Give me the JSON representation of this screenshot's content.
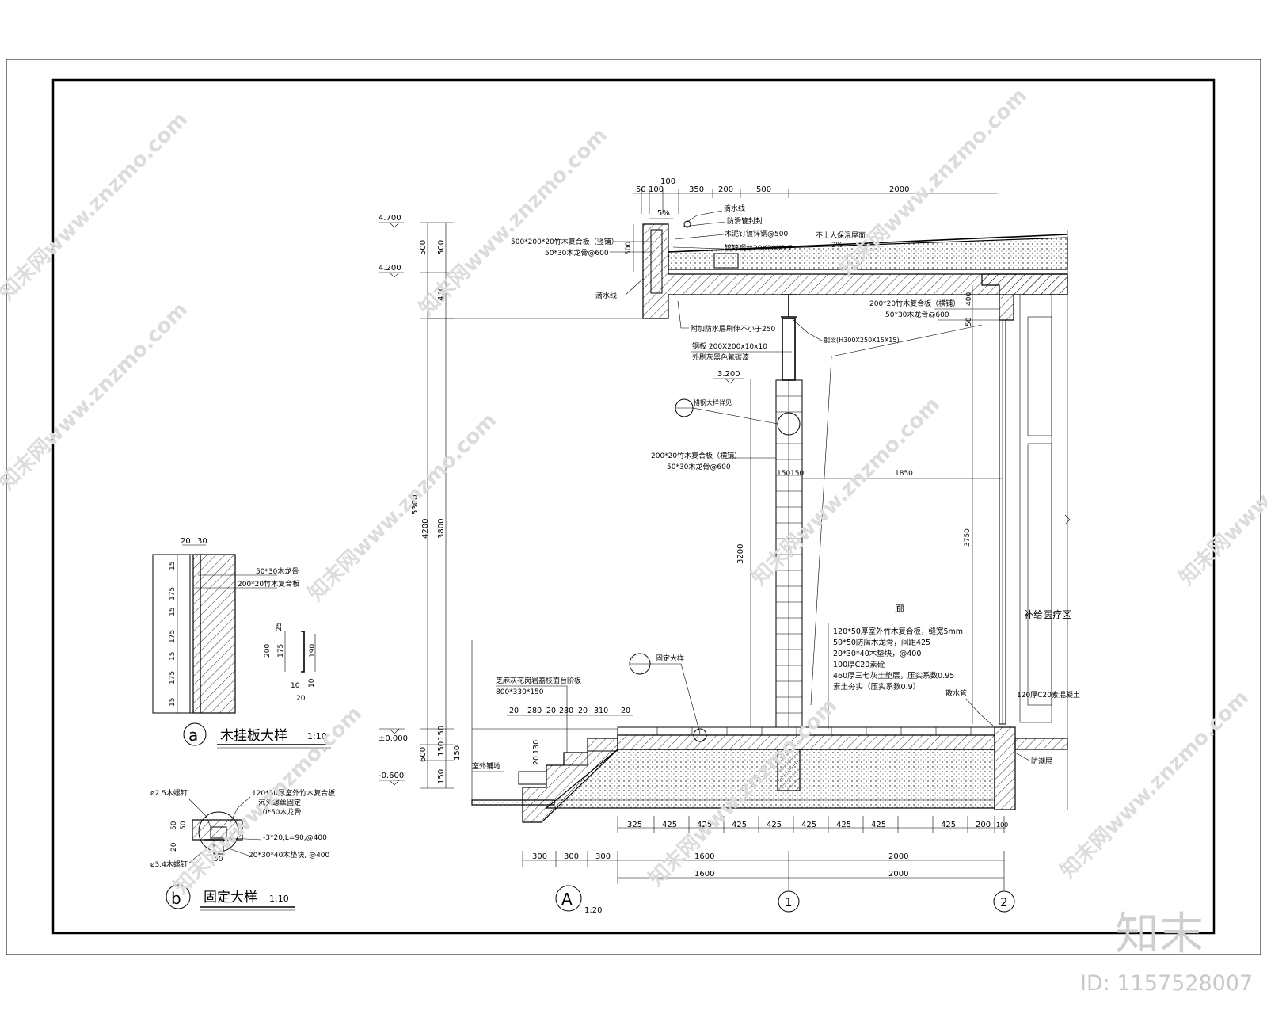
{
  "watermark": {
    "site": "知末网www.znzmo.com",
    "brand": "知末",
    "id_label": "ID: 1157528007"
  },
  "detail_a": {
    "circle": "a",
    "title": "木挂板大样",
    "scale": "1:10",
    "dims_top": [
      "20",
      "30"
    ],
    "dims_side": [
      "15",
      "175",
      "15",
      "175",
      "15",
      "175",
      "15"
    ],
    "labels": [
      "50*30木龙骨",
      "200*20竹木复合板"
    ],
    "profile_dims": [
      "25",
      "200",
      "175",
      "190",
      "10",
      "20",
      "10"
    ]
  },
  "detail_b": {
    "circle": "b",
    "title": "固定大样",
    "scale": "1:10",
    "labels": [
      "ø2.5木螺钉",
      "ø3.4木螺钉",
      "120*50厚室外竹木复合板",
      "沉头螺丝固定",
      "50*50木龙骨",
      "-3*20,L=90,@400",
      "20*30*40木垫块, @400"
    ],
    "dims": [
      "50",
      "20",
      "50",
      "50"
    ]
  },
  "section": {
    "circle": "A",
    "scale": "1:20",
    "elevations": [
      "4.700",
      "4.200",
      "3.200",
      "±0.000",
      "-0.600"
    ],
    "top_dims": [
      "50",
      "100",
      "100",
      "350",
      "200",
      "500",
      "2000"
    ],
    "left_dims": [
      "500",
      "500",
      "400",
      "5300",
      "4200",
      "3800",
      "3200",
      "600",
      "150",
      "150",
      "150",
      "150"
    ],
    "slope": "5%",
    "roof_labels": [
      "滴水线",
      "防滑管封封",
      "木泥钉镀锌钢@500",
      "镀锌钢丝20X20X0.7",
      "不上人保温屋面",
      "2%"
    ],
    "left_labels": [
      "500*200*20竹木复合板（竖铺）",
      "50*30木龙骨@600",
      "滴水线",
      "附加防水层刷伸不小于250"
    ],
    "column_labels": [
      "钢板 200X200x10x10",
      "外刷灰黑色氟碳漆",
      "钢梁(H300X250X15X15)",
      "措钢大样详见",
      "200*20竹木复合板（横铺）",
      "50*30木龙骨@600",
      "150",
      "150",
      "1850",
      "3750",
      "3200"
    ],
    "right_labels": [
      "200*20竹木复合板（横铺）",
      "50*30木龙骨@600",
      "400",
      "50",
      "补给医疗区"
    ],
    "corridor": "廊",
    "floor_layers": [
      "120*50厚室外竹木复合板，缝宽5mm",
      "50*50防腐木龙骨，间距425",
      "20*30*40木垫块，@400",
      "100厚C20素砼",
      "460厚三七灰土垫层，压实系数0.95",
      "素土夯实（压实系数0.9）"
    ],
    "fix_label": "固定大样",
    "stair_labels": [
      "芝麻灰花岗岩荔枝面台阶板",
      "800*330*150",
      "室外铺地"
    ],
    "stair_dims": [
      "20",
      "280",
      "20",
      "280",
      "20",
      "310",
      "20",
      "20",
      "130"
    ],
    "right_base_labels": [
      "散水管",
      "120厚C20素混凝土",
      "防潮层"
    ],
    "bottom_dims_1": [
      "325",
      "425",
      "425",
      "425",
      "425",
      "425",
      "425",
      "425",
      "200",
      "100"
    ],
    "bottom_dims_2": [
      "300",
      "300",
      "300",
      "1600",
      "2000"
    ],
    "bottom_dims_3": [
      "1600",
      "2000"
    ],
    "grid": [
      "1",
      "2"
    ]
  }
}
